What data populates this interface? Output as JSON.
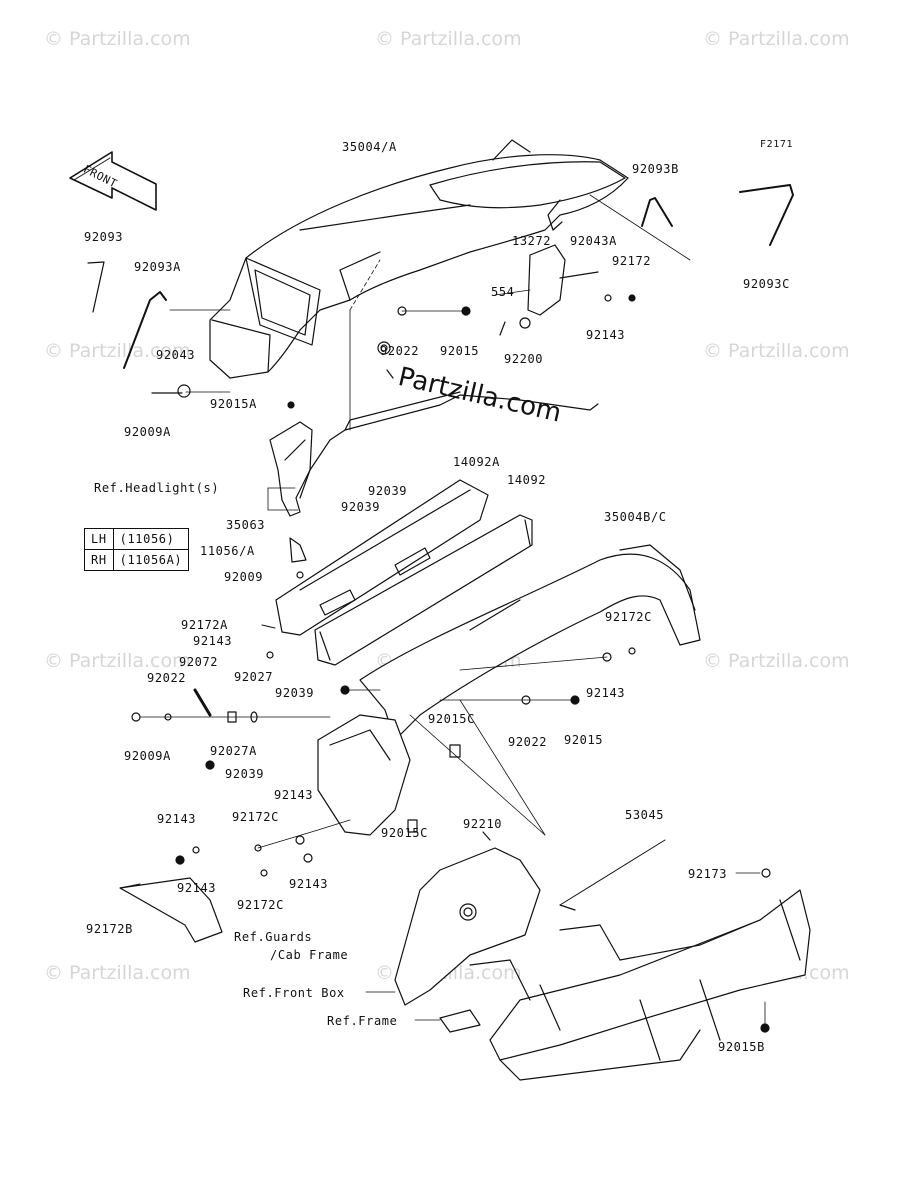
{
  "figure_code": "F2171",
  "front_arrow_label": "FRONT",
  "watermark": {
    "text": "© Partzilla.com",
    "center_text": "Partzilla.com"
  },
  "legend": {
    "rows": [
      {
        "side": "LH",
        "part": "(11056)"
      },
      {
        "side": "RH",
        "part": "(11056A)"
      }
    ]
  },
  "labels": {
    "p35004a": "35004/A",
    "p92093b": "92093B",
    "p92093": "92093",
    "p92093a": "92093A",
    "p92093c": "92093C",
    "p13272": "13272",
    "p92043a": "92043A",
    "p92172_top": "92172",
    "p554": "554",
    "p92143_top": "92143",
    "p92200": "92200",
    "p92022_top": "92022",
    "p92015_top": "92015",
    "p92043": "92043",
    "p92009a_top": "92009A",
    "p92015a": "92015A",
    "ref_headlight": "Ref.Headlight(s)",
    "p35063": "35063",
    "p11056a": "11056/A",
    "p92009": "92009",
    "p14092a": "14092A",
    "p14092": "14092",
    "p92039_a": "92039",
    "p92039_b": "92039",
    "p35004bc": "35004B/C",
    "p92172a": "92172A",
    "p92143_mid": "92143",
    "p92172c_right": "92172C",
    "p92072": "92072",
    "p92022_left": "92022",
    "p92027": "92027",
    "p92039_c": "92039",
    "p92143_right": "92143",
    "p92009a_bot": "92009A",
    "p92027a": "92027A",
    "p92015c_top": "92015C",
    "p92022_mid": "92022",
    "p92015_mid": "92015",
    "p92039_d": "92039",
    "p92143_c": "92143",
    "p92172c_mid": "92172C",
    "p92143_left": "92143",
    "p92015c_bot": "92015C",
    "p92210": "92210",
    "p53045": "53045",
    "p92173": "92173",
    "p92143_b1": "92143",
    "p92143_b2": "92143",
    "p92172c_bot": "92172C",
    "p92172b": "92172B",
    "ref_guards": "Ref.Guards",
    "ref_cab_frame": "/Cab Frame",
    "ref_front_box": "Ref.Front Box",
    "ref_frame": "Ref.Frame",
    "p92015b": "92015B"
  }
}
